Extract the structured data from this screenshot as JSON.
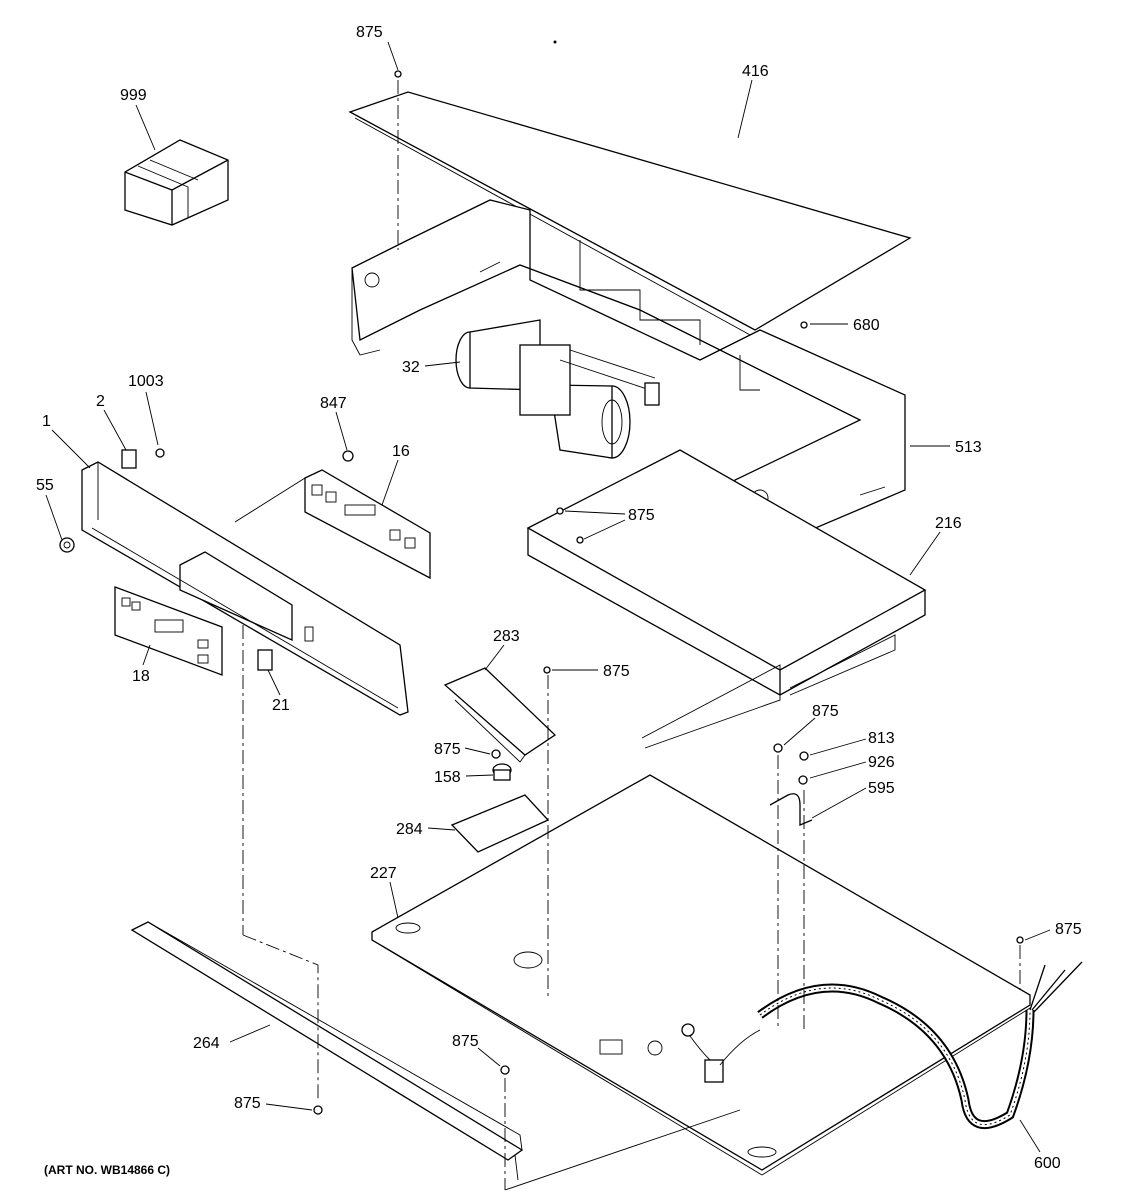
{
  "diagram": {
    "art_number": "(ART NO. WB14866 C)",
    "callouts": {
      "c875_top": "875",
      "c416": "416",
      "c999": "999",
      "c680": "680",
      "c32": "32",
      "c1003": "1003",
      "c2": "2",
      "c1": "1",
      "c847": "847",
      "c16": "16",
      "c513": "513",
      "c55": "55",
      "c875_mid": "875",
      "c216": "216",
      "c283": "283",
      "c875_c": "875",
      "c18": "18",
      "c21": "21",
      "c875_r": "875",
      "c813": "813",
      "c875_l": "875",
      "c926": "926",
      "c158": "158",
      "c595": "595",
      "c284": "284",
      "c227": "227",
      "c875_far": "875",
      "c264": "264",
      "c875_b": "875",
      "c875_bl": "875",
      "c600": "600"
    }
  }
}
